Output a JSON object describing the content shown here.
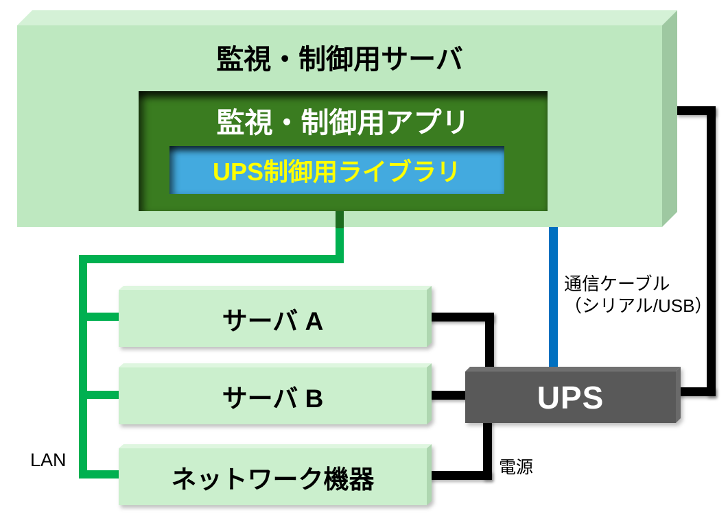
{
  "server_box": {
    "title": "監視・制御用サーバ"
  },
  "app_box": {
    "label": "監視・制御用アプリ"
  },
  "library_box": {
    "label": "UPS制御用ライブラリ"
  },
  "device_boxes": [
    {
      "label": "サーバ A"
    },
    {
      "label": "サーバ B"
    },
    {
      "label": "ネットワーク機器"
    }
  ],
  "ups_box": {
    "label": "UPS"
  },
  "annotations": {
    "lan": "LAN",
    "comm_cable_line1": "通信ケーブル",
    "comm_cable_line2": "（シリアル/USB）",
    "power": "電源"
  },
  "colors": {
    "lan_line_green": "#00B050",
    "lan_stub_dark_green": "#1D6C1E",
    "comm_cable_blue": "#0070C0",
    "power_line_black": "#000000",
    "server_box_face_green": "#BEE8C0",
    "device_box_face_green": "#CBEFCD",
    "app_box_dark_green": "#3A7C20",
    "app_text_white": "#FFFFFF",
    "library_box_blue": "#43AADF",
    "library_text_yellow": "#FFFF00",
    "ups_box_gray": "#595959",
    "ups_text_white": "#FFFFFF"
  }
}
